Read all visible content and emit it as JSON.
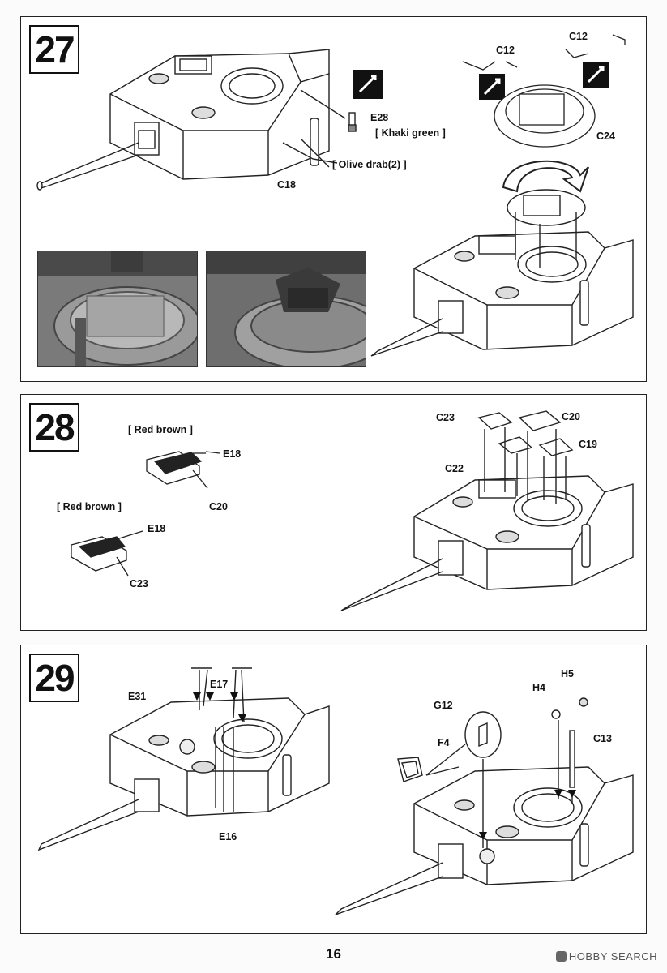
{
  "page_number": "16",
  "watermark": "HOBBY SEARCH",
  "steps": [
    {
      "number": "27",
      "labels": {
        "e28": "E28",
        "khaki": "[ Khaki green ]",
        "olive": "[ Olive drab(2) ]",
        "c18": "C18",
        "c12a": "C12",
        "c12b": "C12",
        "c24": "C24"
      }
    },
    {
      "number": "28",
      "labels": {
        "red1": "[ Red brown ]",
        "e18a": "E18",
        "c20a": "C20",
        "red2": "[ Red brown ]",
        "e18b": "E18",
        "c23a": "C23",
        "c23b": "C23",
        "c20b": "C20",
        "c19": "C19",
        "c22": "C22"
      }
    },
    {
      "number": "29",
      "labels": {
        "e31": "E31",
        "e17": "E17",
        "e16": "E16",
        "g12": "G12",
        "f4": "F4",
        "h4": "H4",
        "h5": "H5",
        "c13": "C13"
      }
    }
  ]
}
